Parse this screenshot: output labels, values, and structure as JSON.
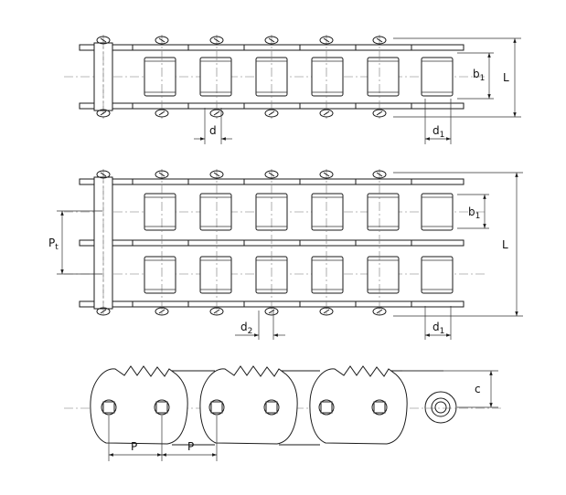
{
  "views": {
    "simplex": {
      "labels": {
        "d": "d",
        "d1": "d",
        "d1_sub": "1",
        "b1": "b",
        "b1_sub": "1",
        "L": "L"
      }
    },
    "duplex": {
      "labels": {
        "Pt": "P",
        "Pt_sub": "t",
        "d2": "d",
        "d2_sub": "2",
        "d1": "d",
        "d1_sub": "1",
        "b1": "b",
        "b1_sub": "1",
        "L": "L"
      }
    },
    "side": {
      "labels": {
        "P_left": "P",
        "P_right": "P",
        "c": "c"
      }
    }
  },
  "colors": {
    "line": "#1a1a1a",
    "centerline": "#777777",
    "background": "#ffffff"
  }
}
